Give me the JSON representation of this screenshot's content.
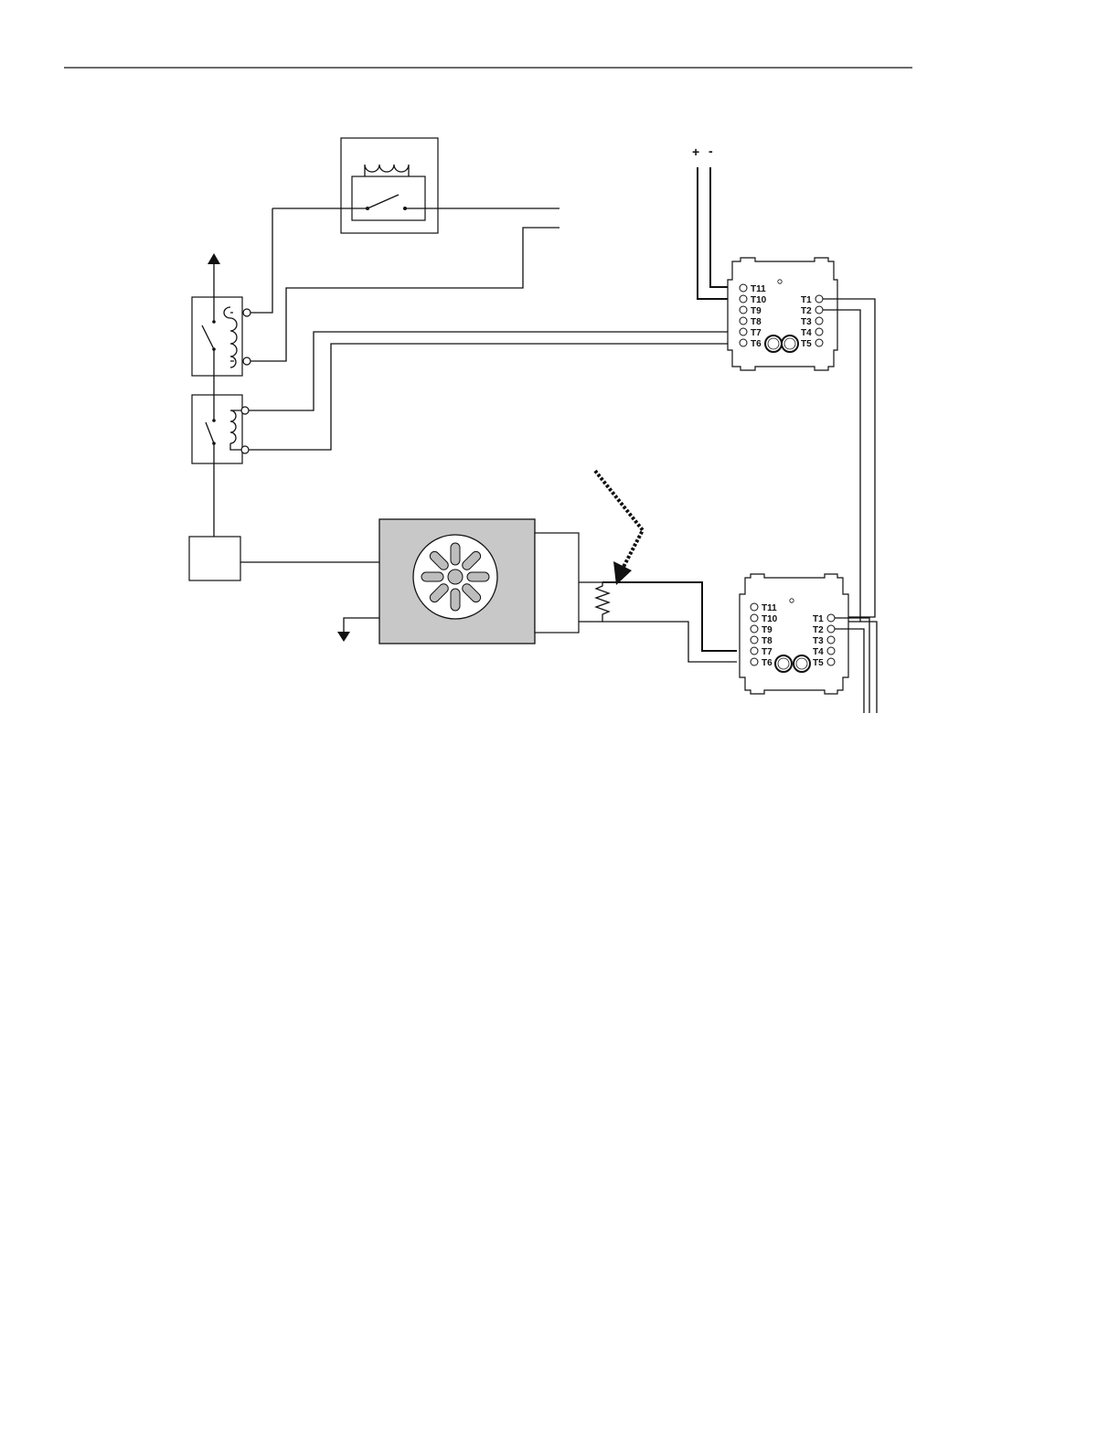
{
  "power_polarity": {
    "plus": "+",
    "minus": "-"
  },
  "module_top": {
    "left_terminals": [
      "T11",
      "T10",
      "T9",
      "T8",
      "T7",
      "T6"
    ],
    "right_terminals": [
      "T1",
      "T2",
      "T3",
      "T4",
      "T5"
    ]
  },
  "module_bottom": {
    "left_terminals": [
      "T11",
      "T10",
      "T9",
      "T8",
      "T7",
      "T6"
    ],
    "right_terminals": [
      "T1",
      "T2",
      "T3",
      "T4",
      "T5"
    ]
  },
  "colors": {
    "line": "#111111",
    "motor_housing": "#c8c8c8",
    "fan_blade": "#bdbdbd"
  }
}
